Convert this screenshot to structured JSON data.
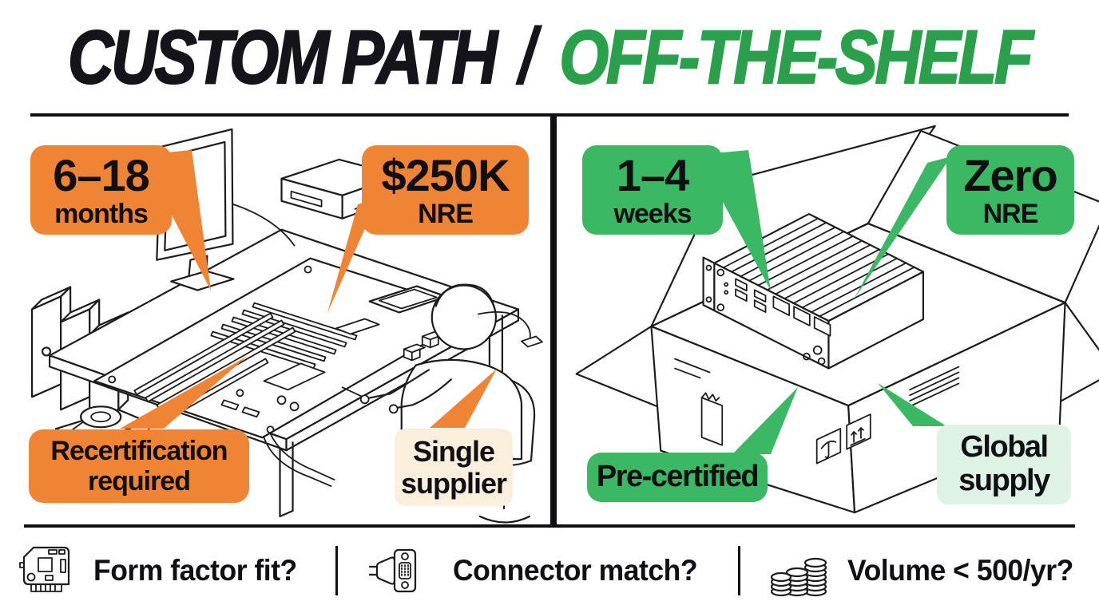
{
  "title": {
    "custom": "CUSTOM PATH",
    "separator": "/",
    "shelf": "OFF-THE-SHELF"
  },
  "colors": {
    "orange": "#EF8434",
    "orange_tint": "#FAEEDC",
    "green": "#3BB863",
    "green_title": "#2AA04A",
    "green_tint": "#DEF3E5",
    "ink": "#14141A",
    "line": "#1C1C1C"
  },
  "custom_panel": {
    "illustration": "engineer-assembling-custom-motherboard-at-desk",
    "callouts": {
      "timeline": {
        "value": "6–18",
        "unit": "months"
      },
      "cost": {
        "value": "$250K",
        "unit": "NRE"
      },
      "certification": {
        "line1": "Recertification",
        "line2": "required"
      },
      "supply": {
        "line1": "Single",
        "line2": "supplier"
      }
    }
  },
  "shelf_panel": {
    "illustration": "fanless-mini-pc-in-open-shipping-box",
    "callouts": {
      "timeline": {
        "value": "1–4",
        "unit": "weeks"
      },
      "cost": {
        "value": "Zero",
        "unit": "NRE"
      },
      "certification": {
        "label": "Pre-certified"
      },
      "supply": {
        "line1": "Global",
        "line2": "supply"
      }
    }
  },
  "footer": {
    "questions": [
      {
        "icon": "circuit-board-icon",
        "label": "Form factor fit?"
      },
      {
        "icon": "connector-icon",
        "label": "Connector match?"
      },
      {
        "icon": "coins-icon",
        "label": "Volume < 500/yr?"
      }
    ]
  }
}
